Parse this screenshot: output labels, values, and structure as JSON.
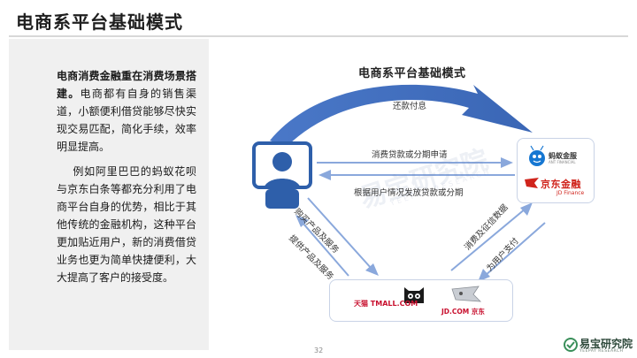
{
  "slide": {
    "title": "电商系平台基础模式",
    "page_number": "32"
  },
  "left_text": {
    "para1_bold": "电商消费金融重在消费场景搭建。",
    "para1_rest": "电商都有自身的销售渠道，小额便利借贷能够尽快实现交易匹配，简化手续，效率明显提高。",
    "para2": "例如阿里巴巴的蚂蚁花呗与京东白条等都充分利用了电商平台自身的优势，相比于其他传统的金融机构，这种平台更加贴近用户，新的消费借贷业务也更为简单快捷便利，大大提高了客户的接受度。"
  },
  "diagram": {
    "title": "电商系平台基础模式",
    "labels": {
      "repay": "还款付息",
      "apply": "消费贷款或分期申请",
      "loan": "根据用户情况发放贷款或分期",
      "buy": "购买产品及服务",
      "provide": "提供产品及服务",
      "data": "消费及征信数据",
      "pay": "为用户支付"
    }
  },
  "logos": {
    "ant_name": "蚂蚁金服",
    "ant_sub": "ANT FINANCIAL",
    "jd_finance": "京东金融",
    "jd_finance_sub": "JD Finance",
    "tmall": "天猫 TMALL.COM",
    "jd_com": "JD.COM 京东"
  },
  "watermark": {
    "text": "易宝研究院",
    "sub": "YEEPAY RESEARCH"
  },
  "brand": {
    "name": "易宝研究院",
    "sub": "YEEPAY RESEARCH"
  },
  "colors": {
    "arrow": "#4472c4",
    "arrow_light": "#8aa8dc",
    "user_blue": "#2e5faa",
    "panel_bg": "#f0f0f0",
    "jd_red": "#d0241c"
  }
}
